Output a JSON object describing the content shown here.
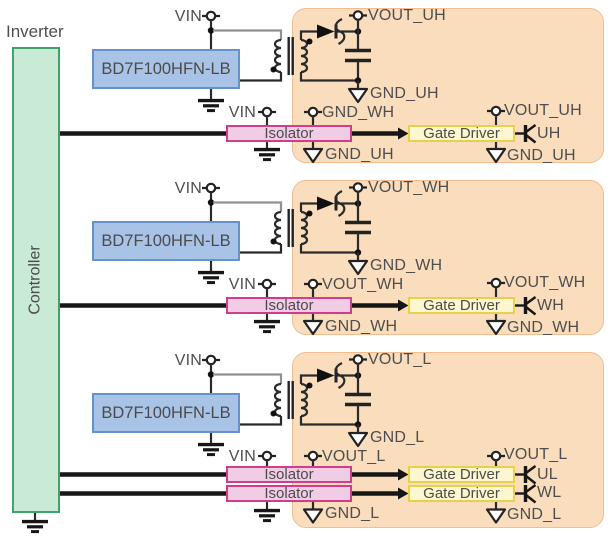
{
  "diagram": {
    "inverter_label": "Inverter",
    "controller_label": "Controller",
    "sections": [
      {
        "regulator": "BD7F100HFN-LB",
        "vin_top": "VIN",
        "vout_top": "VOUT_UH",
        "gnd_top": "GND_UH",
        "iso_vin": "VIN",
        "iso_vdd": "GND_WH",
        "iso_gnd": "GND_UH",
        "isolators": [
          "Isolator"
        ],
        "gate_drivers": [
          "Gate Driver"
        ],
        "gd_vdd": "VOUT_UH",
        "gd_gnd": "GND_UH",
        "igbts": [
          "UH"
        ]
      },
      {
        "regulator": "BD7F100HFN-LB",
        "vin_top": "VIN",
        "vout_top": "VOUT_WH",
        "gnd_top": "GND_WH",
        "iso_vin": "VIN",
        "iso_vdd": "VOUT_WH",
        "iso_gnd": "GND_WH",
        "isolators": [
          "Isolator"
        ],
        "gate_drivers": [
          "Gate Driver"
        ],
        "gd_vdd": "VOUT_WH",
        "gd_gnd": "GND_WH",
        "igbts": [
          "WH"
        ]
      },
      {
        "regulator": "BD7F100HFN-LB",
        "vin_top": "VIN",
        "vout_top": "VOUT_L",
        "gnd_top": "GND_L",
        "iso_vin": "VIN",
        "iso_vdd": "VOUT_L",
        "iso_gnd": "GND_L",
        "isolators": [
          "Isolator",
          "Isolator"
        ],
        "gate_drivers": [
          "Gate Driver",
          "Gate Driver"
        ],
        "gd_vdd": "VOUT_L",
        "gd_gnd": "GND_L",
        "igbts": [
          "UL",
          "WL"
        ]
      }
    ],
    "colors": {
      "domain_fill": "#faddbd",
      "domain_border": "#f3bd92",
      "controller_fill": "#c9ead5",
      "controller_border": "#41a36b",
      "regulator_fill": "#a8c3e5",
      "regulator_border": "#6692cb",
      "isolator_fill": "#f0cde4",
      "isolator_border": "#d23c8c",
      "gate_driver_fill": "#fdf7d0",
      "gate_driver_border": "#e6d14f",
      "wire": "#161616",
      "text": "#4e4e4e"
    }
  }
}
